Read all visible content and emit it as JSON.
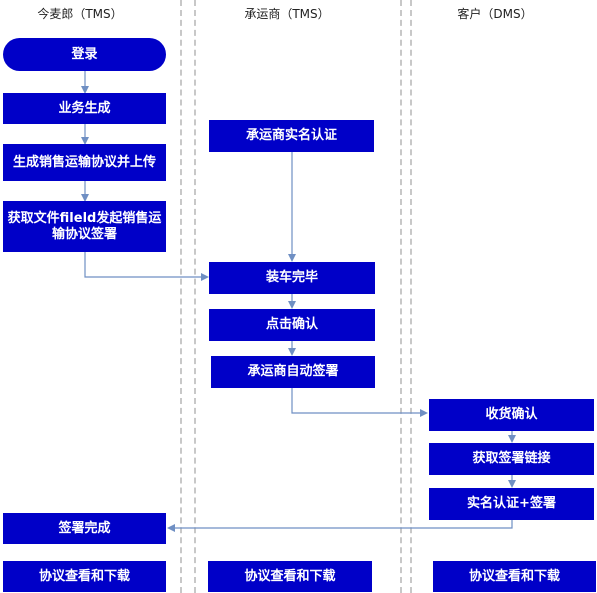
{
  "lanes": {
    "lane1": "今麦郎（TMS）",
    "lane2": "承运商（TMS）",
    "lane3": "客户（DMS）"
  },
  "nodes": {
    "login": "登录",
    "business_gen": "业务生成",
    "gen_contract": "生成销售运输协议并上传",
    "sign_start": "获取文件fileld发起销售运输协议签署",
    "carrier_verify": "承运商实名认证",
    "load_done": "装车完毕",
    "click_confirm": "点击确认",
    "carrier_auto_sign": "承运商自动签署",
    "receipt_confirm": "收货确认",
    "get_sign_link": "获取签署链接",
    "verify_and_sign": "实名认证+签署",
    "sign_complete": "签署完成",
    "view_dl_1": "协议查看和下载",
    "view_dl_2": "协议查看和下载",
    "view_dl_3": "协议查看和下载"
  },
  "colors": {
    "box": "#0000c8",
    "arrow": "#6f8fc3",
    "divider": "#c8c8c8"
  }
}
